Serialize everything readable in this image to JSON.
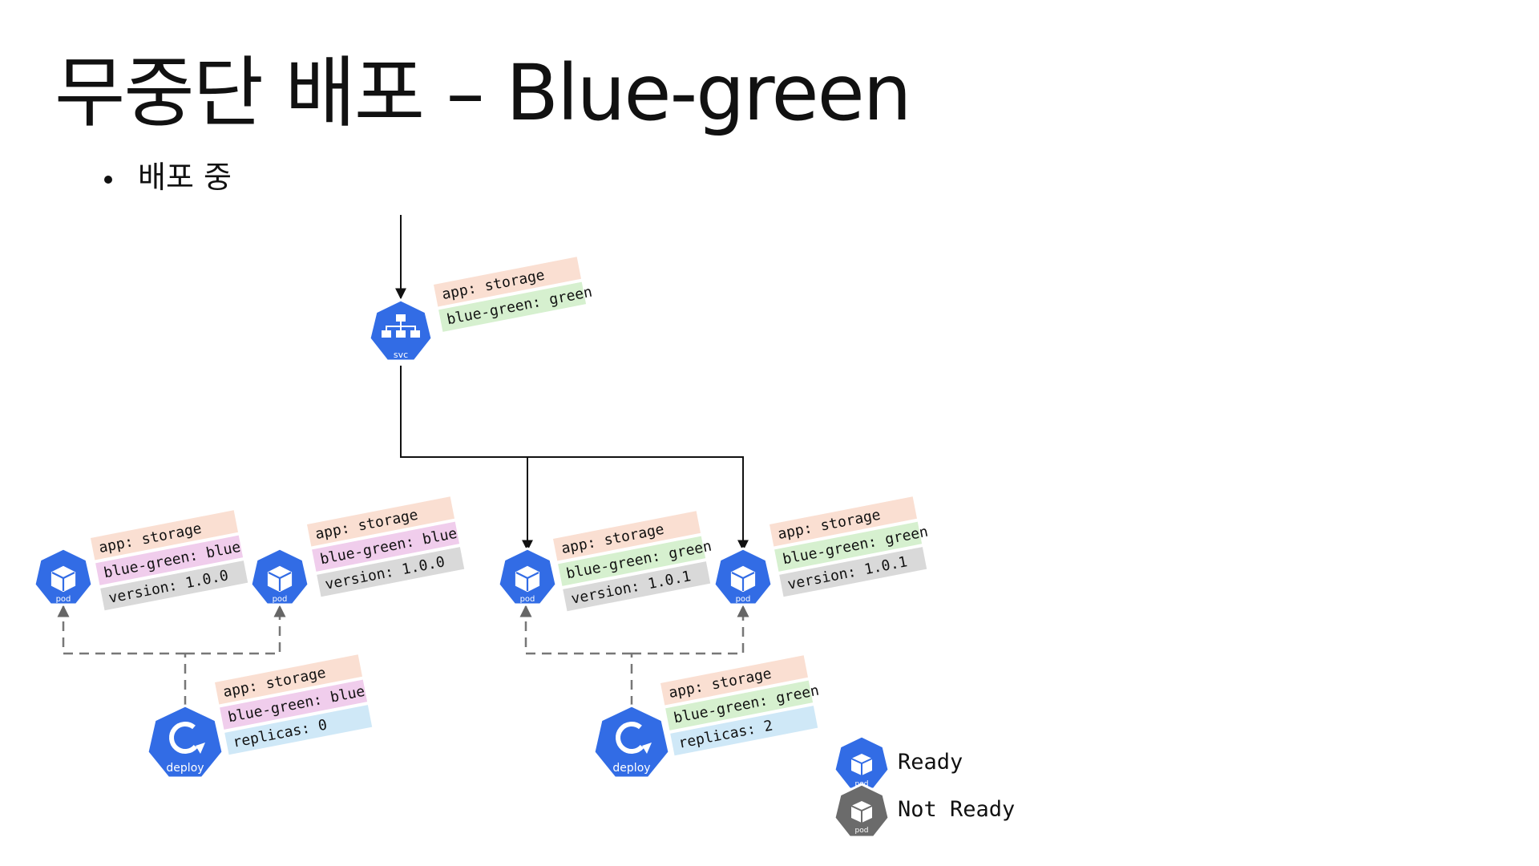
{
  "slide": {
    "title": "무중단 배포 – Blue-green",
    "bullet": "배포 중"
  },
  "colors": {
    "k8s_blue": "#326ce5",
    "not_ready_gray": "#6b6b6b",
    "tag_app": "#fadfd2",
    "tag_bluegreen_blue": "#f0cdec",
    "tag_bluegreen_green": "#d6f0cf",
    "tag_version": "#d9d9d9",
    "tag_replicas": "#cfe8f7"
  },
  "service": {
    "icon_label": "svc",
    "tags": [
      "app: storage",
      "blue-green: green"
    ]
  },
  "pods": [
    {
      "icon_label": "pod",
      "tags": [
        "app: storage",
        "blue-green: blue",
        "version: 1.0.0"
      ]
    },
    {
      "icon_label": "pod",
      "tags": [
        "app: storage",
        "blue-green: blue",
        "version: 1.0.0"
      ]
    },
    {
      "icon_label": "pod",
      "tags": [
        "app: storage",
        "blue-green: green",
        "version: 1.0.1"
      ]
    },
    {
      "icon_label": "pod",
      "tags": [
        "app: storage",
        "blue-green: green",
        "version: 1.0.1"
      ]
    }
  ],
  "deployments": [
    {
      "icon_label": "deploy",
      "tags": [
        "app: storage",
        "blue-green: blue",
        "replicas: 0"
      ]
    },
    {
      "icon_label": "deploy",
      "tags": [
        "app: storage",
        "blue-green: green",
        "replicas: 2"
      ]
    }
  ],
  "legend": {
    "ready_label": "Ready",
    "not_ready_label": "Not Ready",
    "icon_label": "pod"
  }
}
